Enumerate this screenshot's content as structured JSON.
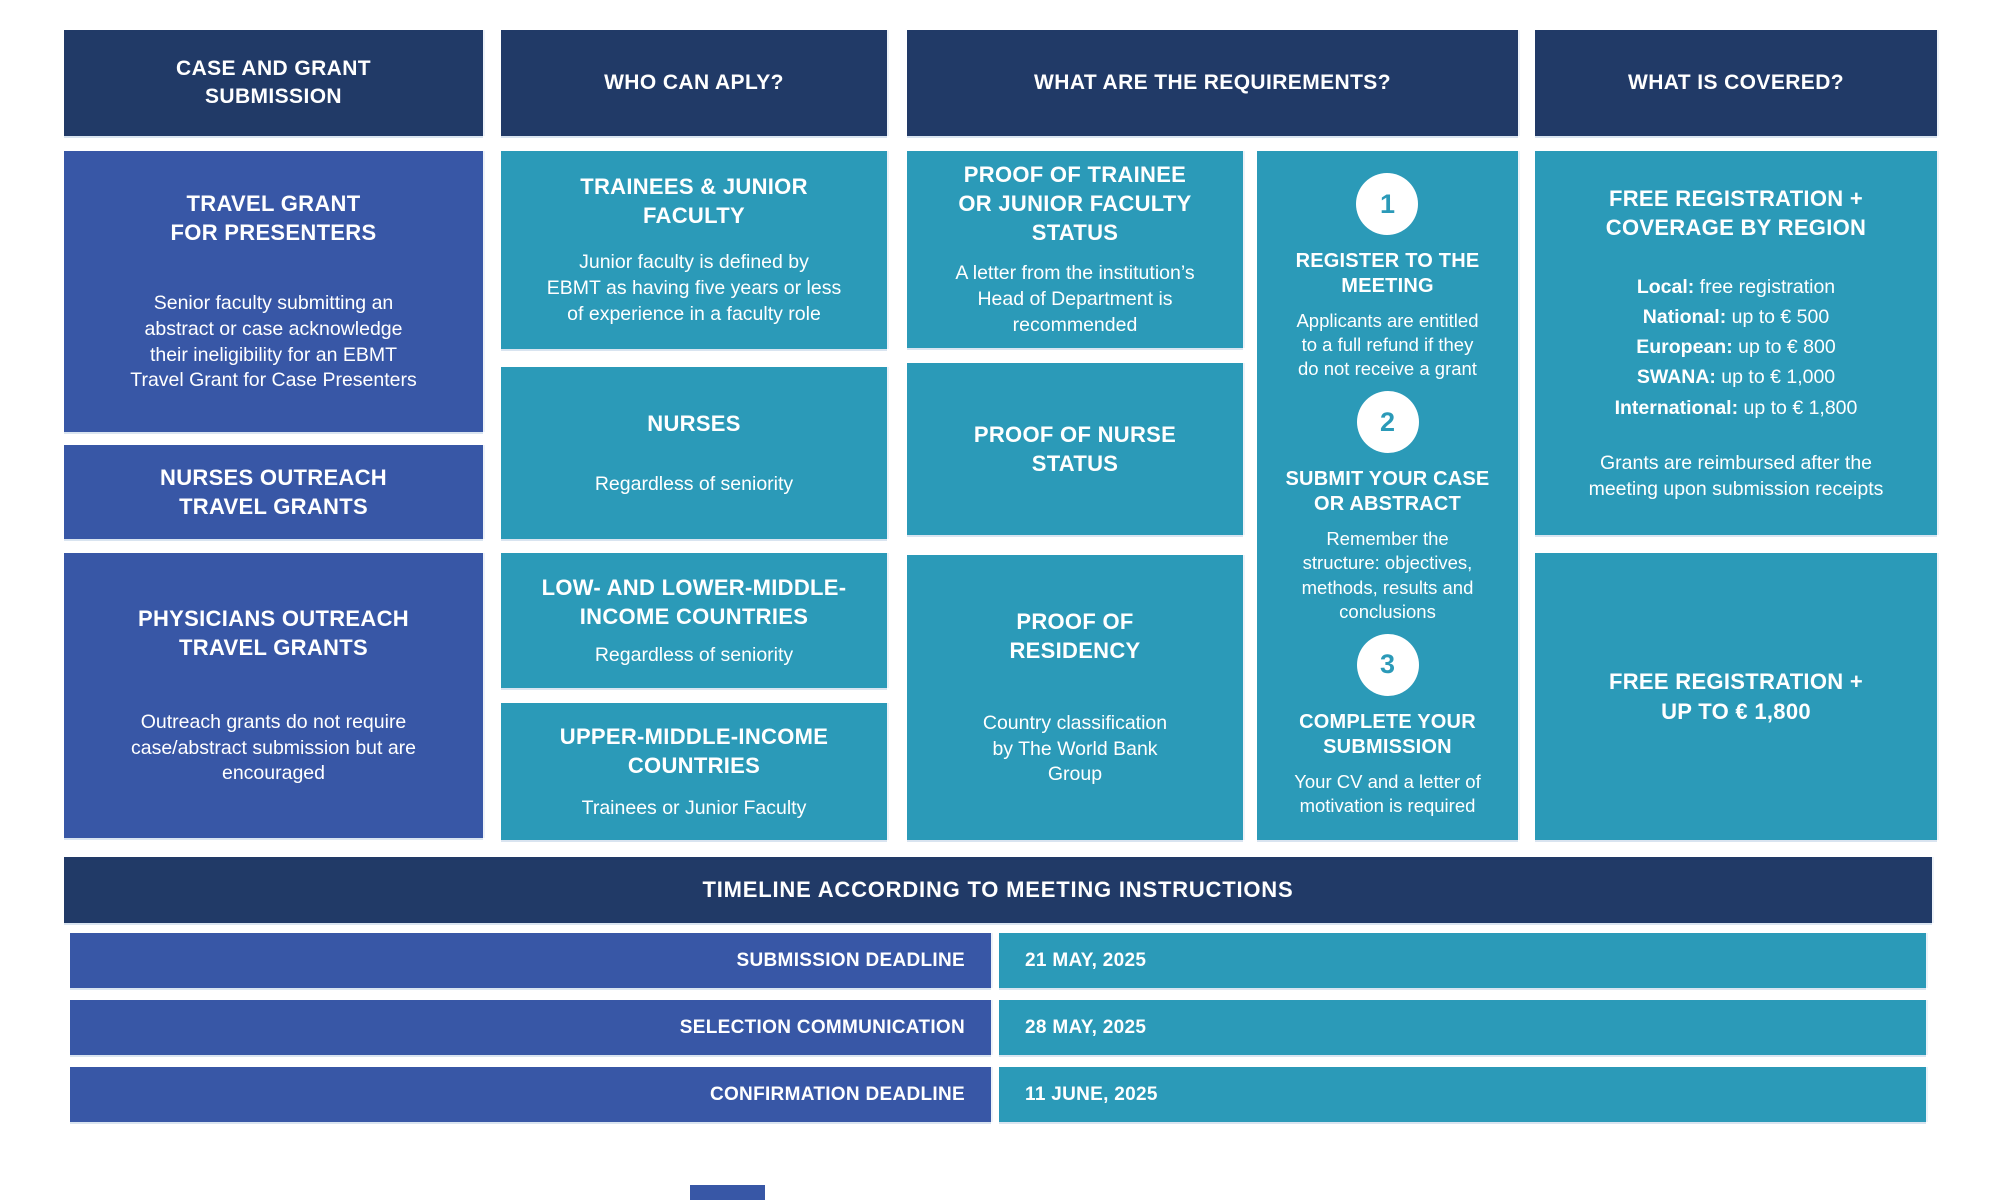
{
  "colors": {
    "navy": "#213A67",
    "blue": "#3857A6",
    "teal": "#2B9AB8"
  },
  "headers": {
    "col1": "CASE AND GRANT\nSUBMISSION",
    "col2": "WHO CAN APLY?",
    "col3": "WHAT ARE THE REQUIREMENTS?",
    "col4": "WHAT IS COVERED?"
  },
  "grants": {
    "presenters": {
      "title": "TRAVEL GRANT\nFOR PRESENTERS",
      "body": "Senior faculty submitting an\nabstract or case acknowledge\ntheir ineligibility for an EBMT\nTravel Grant for Case Presenters"
    },
    "nurses_outreach": {
      "title": "NURSES OUTREACH\nTRAVEL GRANTS"
    },
    "physicians_outreach": {
      "title": "PHYSICIANS OUTREACH\nTRAVEL GRANTS",
      "body": "Outreach grants do not require\ncase/abstract submission but are\nencouraged"
    }
  },
  "eligibility": {
    "trainees": {
      "title": "TRAINEES & JUNIOR\nFACULTY",
      "body": "Junior faculty is defined by\nEBMT as having five years or less\nof experience in a faculty role"
    },
    "nurses": {
      "title": "NURSES",
      "body": "Regardless of seniority"
    },
    "low_income": {
      "title": "LOW- AND LOWER-MIDDLE-\nINCOME COUNTRIES",
      "body": "Regardless of seniority"
    },
    "upper_middle": {
      "title": "UPPER-MIDDLE-INCOME\nCOUNTRIES",
      "body": "Trainees or Junior Faculty"
    }
  },
  "requirements": {
    "trainee_proof": {
      "title": "PROOF OF TRAINEE\nOR JUNIOR FACULTY\nSTATUS",
      "body": "A letter from the institution’s\nHead of Department is\nrecommended"
    },
    "nurse_proof": {
      "title": "PROOF OF NURSE\nSTATUS"
    },
    "residency_proof": {
      "title": "PROOF OF\nRESIDENCY",
      "body": "Country classification\nby The World Bank\nGroup"
    }
  },
  "steps": [
    {
      "number": "1",
      "title": "REGISTER TO THE\nMEETING",
      "body": "Applicants are entitled\nto a full refund if they\ndo not receive a grant"
    },
    {
      "number": "2",
      "title": "SUBMIT YOUR CASE\nOR ABSTRACT",
      "body": "Remember the\nstructure: objectives,\nmethods, results and\nconclusions"
    },
    {
      "number": "3",
      "title": "COMPLETE YOUR\nSUBMISSION",
      "body": "Your CV and a letter of\nmotivation is required"
    }
  ],
  "coverage": {
    "region_title": "FREE REGISTRATION +\nCOVERAGE BY REGION",
    "regions": [
      {
        "label": "Local:",
        "value": " free registration"
      },
      {
        "label": "National:",
        "value": " up to € 500"
      },
      {
        "label": "European:",
        "value": " up to € 800"
      },
      {
        "label": "SWANA:",
        "value": " up to € 1,000"
      },
      {
        "label": "International:",
        "value": " up to € 1,800"
      }
    ],
    "region_note": "Grants are reimbursed after the\nmeeting upon submission receipts",
    "flat_title": "FREE REGISTRATION +\nUP TO € 1,800"
  },
  "timeline": {
    "title": "TIMELINE ACCORDING TO MEETING INSTRUCTIONS",
    "rows": [
      {
        "label": "SUBMISSION DEADLINE",
        "value": "21 MAY, 2025"
      },
      {
        "label": "SELECTION COMMUNICATION",
        "value": "28 MAY, 2025"
      },
      {
        "label": "CONFIRMATION DEADLINE",
        "value": "11 JUNE, 2025"
      }
    ]
  }
}
